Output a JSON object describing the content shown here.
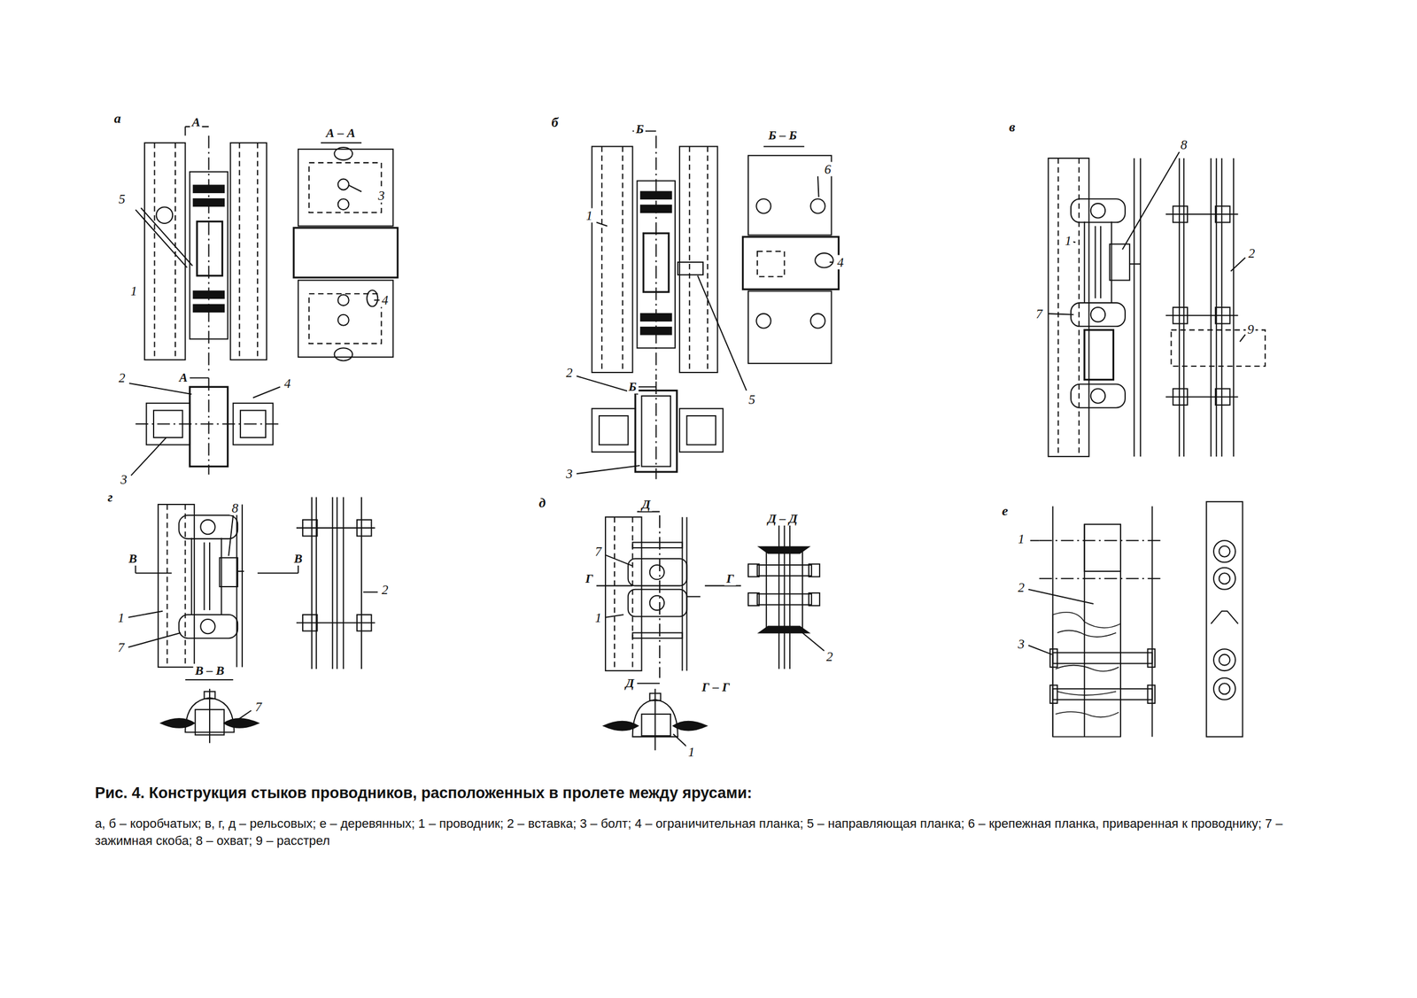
{
  "diagram": {
    "caption": "Рис. 4. Конструкция стыков проводников, расположенных в пролете между ярусами:",
    "labels": [
      "а",
      "А",
      "А – А",
      "5",
      "3",
      "1",
      "4",
      "А",
      "2",
      "4",
      "3",
      "б",
      "Б",
      "Б – Б",
      "6",
      "1",
      "4",
      "2",
      "Б",
      "5",
      "3",
      "в",
      "8",
      "1",
      "2",
      "7",
      "9",
      "г",
      "8",
      "В",
      "В",
      "1",
      "2",
      "7",
      "В – В",
      "7",
      "д",
      "Д",
      "Д – Д",
      "7",
      "Г",
      "Г",
      "1",
      "2",
      "Д",
      "Г – Г",
      "1",
      "е",
      "1",
      "2",
      "3",
      "а, б – коробчатых; в, г, д – рельсовых; е – деревянных; 1 – проводник; 2 – вставка; 3 – болт; 4 – ограничительная планка; 5 – направляющая планка; 6 – крепежная планка, приваренная к проводнику; 7 – зажимная скоба; 8 – охват; 9 – расстрел"
    ]
  }
}
